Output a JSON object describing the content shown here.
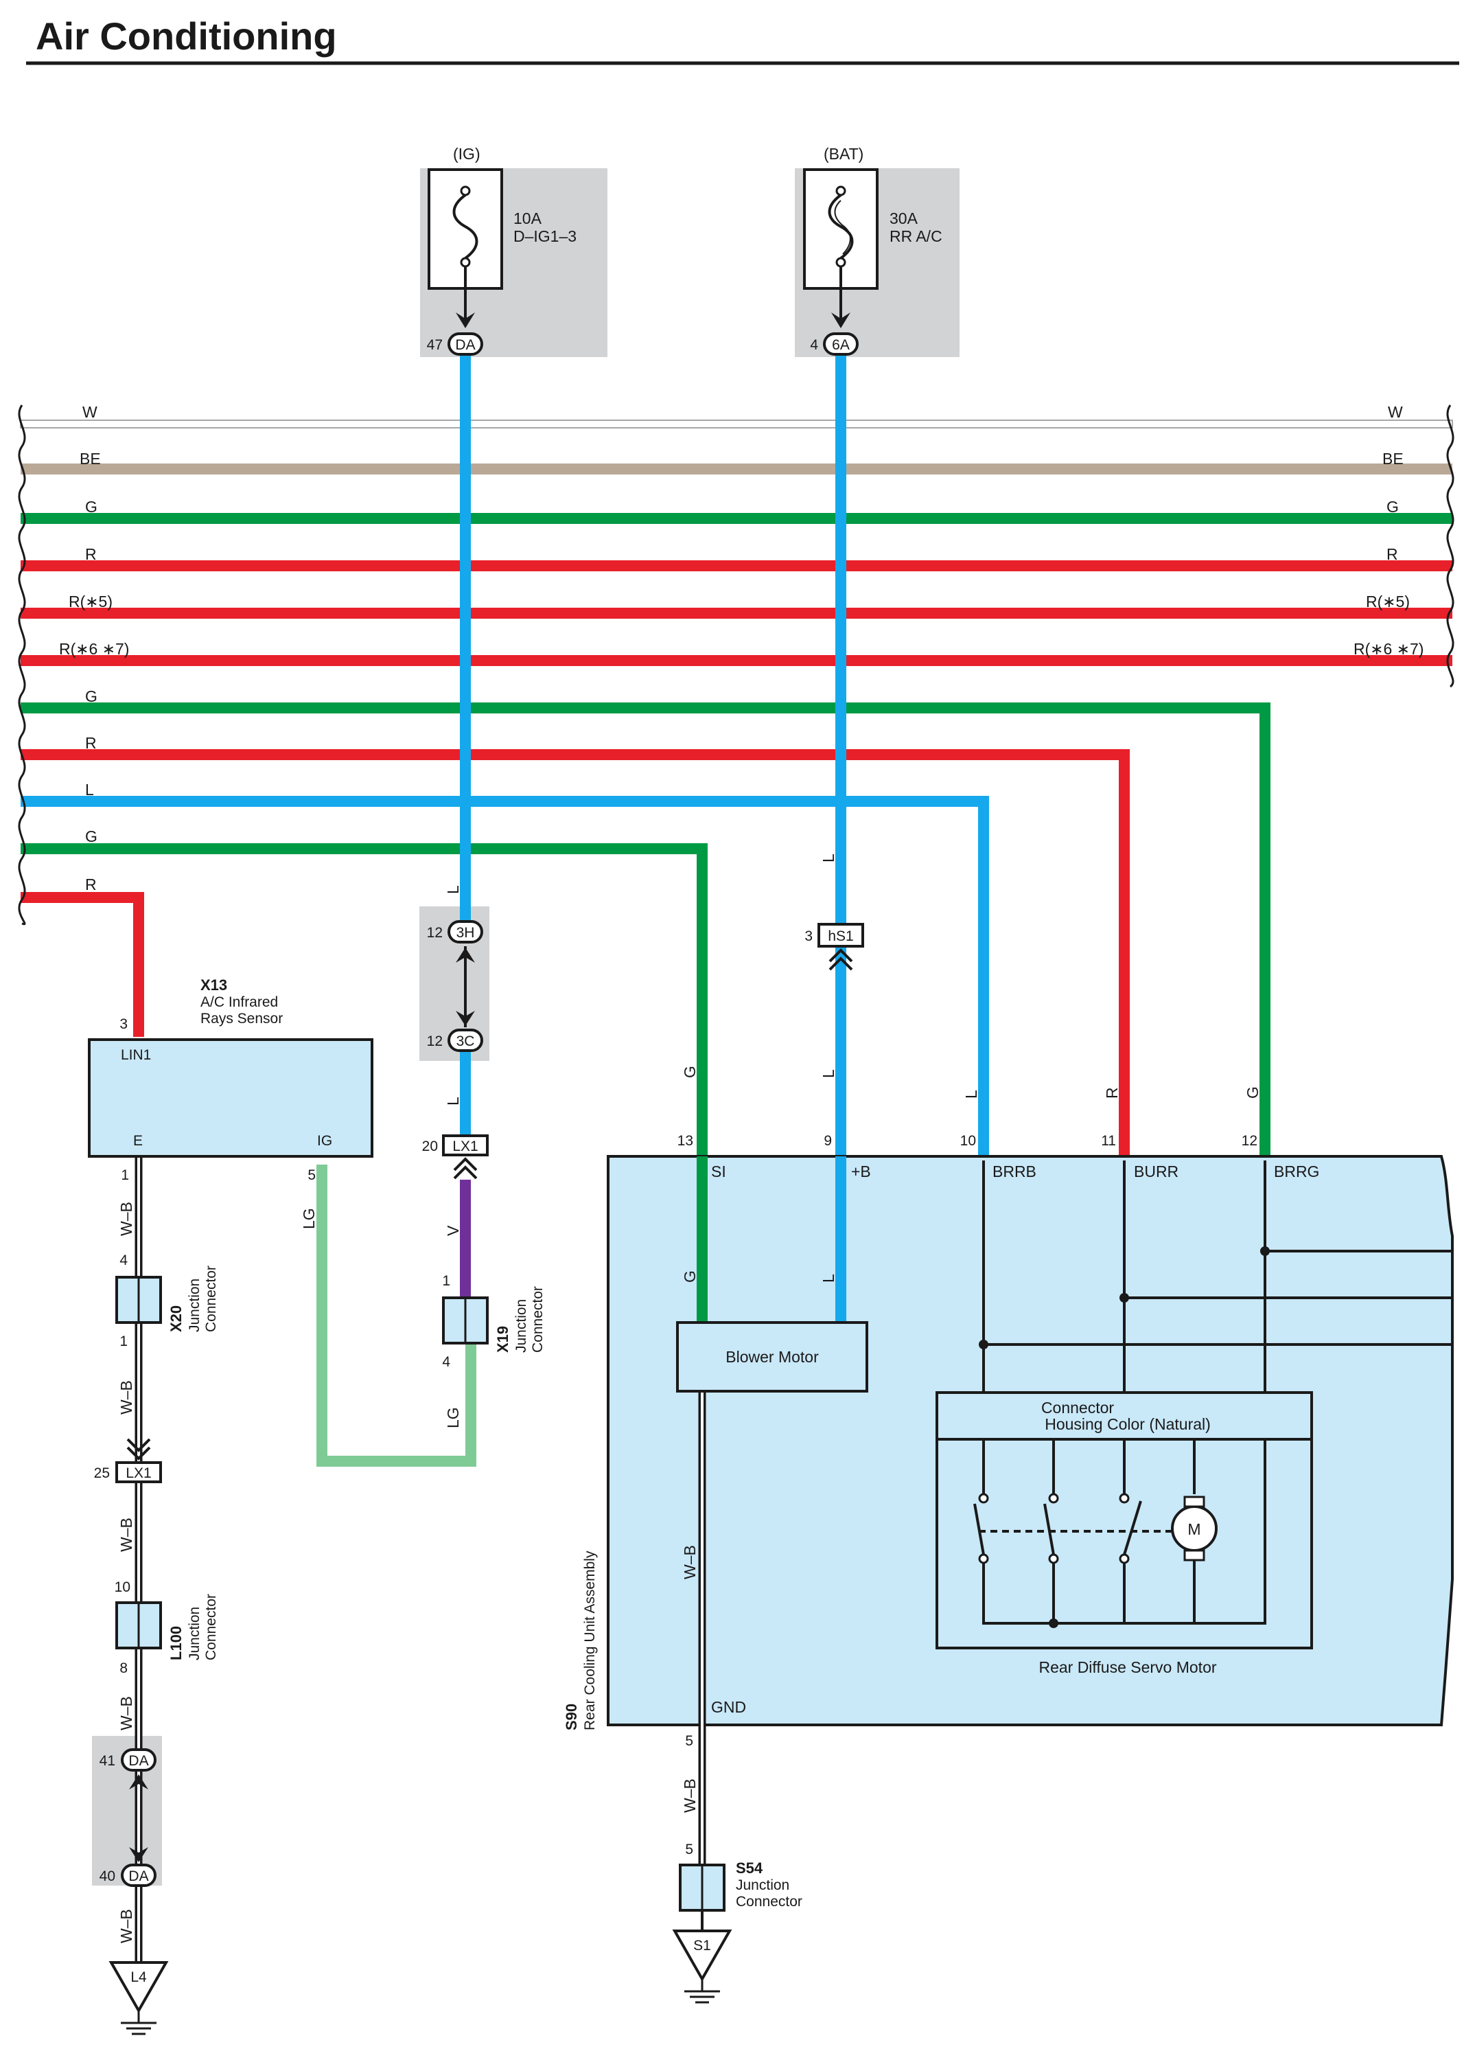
{
  "title": "Air Conditioning",
  "colors": {
    "W": "#ffffff",
    "BE": "#b9a896",
    "G": "#009a44",
    "R": "#e8202a",
    "L": "#16a8ec",
    "LG": "#7fcb96",
    "V": "#70309a",
    "component_fill": "#c9e8f8",
    "shade": "#d2d3d5"
  },
  "power": {
    "ig": {
      "source": "(IG)",
      "amp": "10A",
      "name": "D–IG1–3",
      "pin": "47",
      "conn": "DA"
    },
    "bat": {
      "source": "(BAT)",
      "amp": "30A",
      "name": "RR A/C",
      "pin": "4",
      "conn": "6A"
    }
  },
  "bus": [
    {
      "left": "W",
      "right": "W"
    },
    {
      "left": "BE",
      "right": "BE"
    },
    {
      "left": "G",
      "right": "G"
    },
    {
      "left": "R",
      "right": "R"
    },
    {
      "left": "R(∗5)",
      "right": "R(∗5)"
    },
    {
      "left": "R(∗6 ∗7)",
      "right": "R(∗6 ∗7)"
    },
    {
      "left": "G"
    },
    {
      "left": "R"
    },
    {
      "left": "L"
    },
    {
      "left": "G"
    },
    {
      "left": "R"
    }
  ],
  "x13": {
    "code": "X13",
    "name1": "A/C Infrared",
    "name2": "Rays Sensor",
    "pin_top": "3",
    "term_top": "LIN1",
    "term_e": "E",
    "term_ig": "IG",
    "pin_e": "1",
    "pin_ig": "5"
  },
  "left_chain": {
    "wire1": "W–B",
    "x20_pin_top": "4",
    "x20_code": "X20",
    "x20_name1": "Junction",
    "x20_name2": "Connector",
    "x20_pin_bot": "1",
    "wire2": "W–B",
    "lx1_pin": "25",
    "lx1": "LX1",
    "wire3": "W–B",
    "l100_pin_top": "10",
    "l100_code": "L100",
    "l100_name1": "Junction",
    "l100_name2": "Connector",
    "l100_pin_bot": "8",
    "wire4": "W–B",
    "da1_pin": "41",
    "da1": "DA",
    "da2_pin": "40",
    "da2": "DA",
    "wire5": "W–B",
    "ground": "L4"
  },
  "lg_wire": {
    "label1": "LG",
    "label2": "LG"
  },
  "middle_chain": {
    "wire_l1": "L",
    "c3h_pin": "12",
    "c3h": "3H",
    "c3c_pin": "12",
    "c3c": "3C",
    "wire_l2": "L",
    "lx1_pin": "20",
    "lx1": "LX1",
    "wire_v": "V",
    "x19_pin_top": "1",
    "x19_code": "X19",
    "x19_name1": "Junction",
    "x19_name2": "Connector",
    "x19_pin_bot": "4"
  },
  "hs1": {
    "wire_l1": "L",
    "pin": "3",
    "conn": "hS1",
    "wire_l2": "L"
  },
  "s90": {
    "code": "S90",
    "name": "Rear Cooling Unit Assembly",
    "pins": [
      {
        "pin": "13",
        "term": "SI",
        "wire": "G"
      },
      {
        "pin": "9",
        "term": "+B",
        "wire": "L"
      },
      {
        "pin": "10",
        "term": "BRRB",
        "wire": "L"
      },
      {
        "pin": "11",
        "term": "BURR",
        "wire": "R"
      },
      {
        "pin": "12",
        "term": "BRRG",
        "wire": "G"
      }
    ],
    "inner_g": "G",
    "inner_l": "L",
    "blower": "Blower Motor",
    "connector_line1": "Connector",
    "connector_line2": "Housing Color (Natural)",
    "motor_symbol": "M",
    "servo": "Rear Diffuse Servo Motor",
    "inner_wb": "W–B",
    "gnd": "GND"
  },
  "s54": {
    "pin_top": "5",
    "wire": "W–B",
    "pin_bot": "5",
    "code": "S54",
    "name1": "Junction",
    "name2": "Connector",
    "ground": "S1"
  }
}
